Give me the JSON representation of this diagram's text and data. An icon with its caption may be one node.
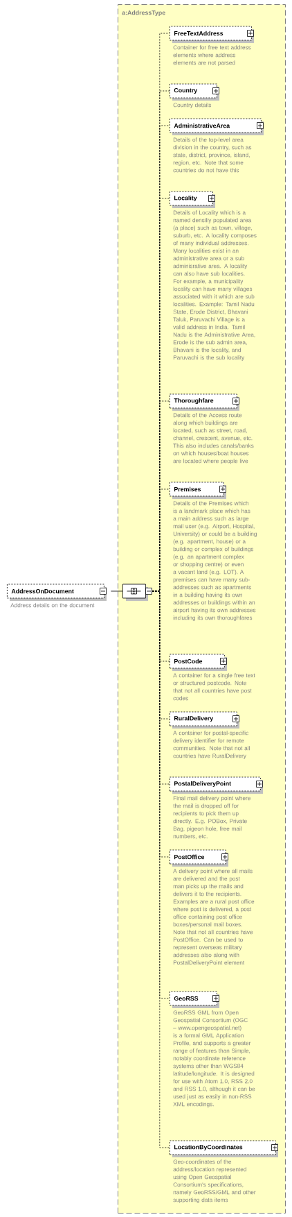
{
  "diagram": {
    "nodes": [
      {
        "text": [
          "a:AddressType"
        ]
      },
      {
        "text": [
          "AddressOnDocument"
        ],
        "beside": [
          "Address details on the document"
        ]
      },
      {
        "text": [],
        "shape": "octagon",
        "in": 0
      },
      {
        "text": [
          "FreeTextAddress"
        ],
        "in": 0,
        "beside": [
          "Container for free text address elements where address elements are not parsed"
        ]
      },
      {
        "text": [
          "Country"
        ],
        "in": 0,
        "beside": [
          "Country details"
        ]
      },
      {
        "text": [
          "AdministrativeArea"
        ],
        "in": 0,
        "beside": [
          "Details of the top-level area division in the country, such as state, district, province, island, region, etc. Note that some countries do not have this"
        ]
      },
      {
        "text": [
          "Locality"
        ],
        "in": 0,
        "beside": [
          "Details of Locality which is a named densiliy populated area (a place) such as town, village, suburb, etc. A locality composes of many individual addresses. Many localities exist in an administrative area or a sub adminisrative area. A locality can also have sub localities. For example, a municipality locality can have many villages associated with it which are sub localities. Example: Tamil Nadu State, Erode District, Bhavani Taluk, Paruvachi Village is a valid address in India. Tamil Nadu is the Administrative Area, Erode is the sub admin area, Bhavani is the locality, and Paruvachi is the sub locality"
        ]
      },
      {
        "text": [
          "Thoroughfare"
        ],
        "in": 0,
        "beside": [
          "Details of the Access route along which buildings are located, such as street, road, channel, crescent, avenue, etc. This also includes canals/banks on which houses/boat houses are located where people live"
        ]
      },
      {
        "text": [
          "Premises"
        ],
        "in": 0,
        "beside": [
          "Details of the Premises which is a landmark place which has a main address such as large mail user (e.g. Airport, Hospital, University) or could be a building (e.g. apartment, house) or a building or complex of buildings (e.g. an apartment complex or shopping centre) or even a vacant land (e.g. LOT). A premises can have many sub-addresses such as apartments in a building having its own addresses or buildings within an airport having its own addresses including its own thoroughfares"
        ]
      },
      {
        "text": [
          "PostCode"
        ],
        "in": 0,
        "beside": [
          "A container for a single free text or structured postcode. Note that not all countries have post codes"
        ]
      },
      {
        "text": [
          "RuralDelivery"
        ],
        "in": 0,
        "beside": [
          "A container for postal-specific delivery identifier for remote communities. Note that not all countries have RuralDelivery"
        ]
      },
      {
        "text": [
          "PostalDeliveryPoint"
        ],
        "in": 0,
        "beside": [
          "Final mail delivery point where the mail is dropped off for recipients to pick them up directly. E.g. POBox, Private Bag, pigeon hole, free mail numbers, etc."
        ]
      },
      {
        "text": [
          "PostOffice"
        ],
        "in": 0,
        "beside": [
          "A delivery point where all mails are delivered and the post man picks up the mails and delivers it to the recipients. Examples are a rural post office where post is delivered, a post office containing post office boxes/personal mail boxes. Note that not all countries have PostOffice. Can be used to represent overseas military addresses also along with PostalDeliveryPoint element"
        ]
      },
      {
        "text": [
          "GeoRSS"
        ],
        "in": 0,
        "beside": [
          "GeoRSS GML from Open Geospatial Consortium (OGC – www.opengeospatial.net) is a formal GML Application Profile, and supports a greater range of features than Simple, notably coordinate reference systems other than WGS84 latitude/longitude. It is designed for use with Atom 1.0, RSS 2.0 and RSS 1.0, although it can be used just as easily in non-RSS XML encodings."
        ]
      },
      {
        "text": [
          "LocationByCoordinates"
        ],
        "in": 0,
        "beside": [
          "Geo-coordinates of the address/location represented using Open Geospatial Consortium's specifications, namely GeoRSS/GML and other supporting data items"
        ]
      }
    ],
    "edges": [
      {
        "from": 1,
        "to": 2,
        "arrow": "none"
      },
      {
        "from": 2,
        "to": 3,
        "arrow": "none",
        "style": "dashed"
      },
      {
        "from": 2,
        "to": 4,
        "arrow": "none",
        "style": "dashed"
      },
      {
        "from": 2,
        "to": 5,
        "arrow": "none",
        "style": "dashed"
      },
      {
        "from": 2,
        "to": 6,
        "arrow": "none",
        "style": "dashed"
      },
      {
        "from": 2,
        "to": 7,
        "arrow": "none",
        "style": "dashed"
      },
      {
        "from": 2,
        "to": 8,
        "arrow": "none",
        "style": "dashed"
      },
      {
        "from": 2,
        "to": 9,
        "arrow": "none",
        "style": "dashed"
      },
      {
        "from": 2,
        "to": 10,
        "arrow": "none",
        "style": "dashed"
      },
      {
        "from": 2,
        "to": 11,
        "arrow": "none",
        "style": "dashed"
      },
      {
        "from": 2,
        "to": 12,
        "arrow": "none",
        "style": "dashed"
      },
      {
        "from": 2,
        "to": 13,
        "arrow": "none",
        "style": "dashed"
      },
      {
        "from": 2,
        "to": 14,
        "arrow": "none",
        "style": "dashed"
      }
    ]
  }
}
